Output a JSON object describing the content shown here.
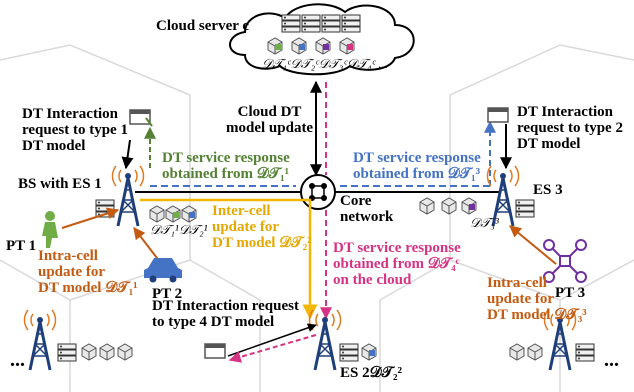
{
  "labels": {
    "cloud_server": "Cloud server c",
    "cloud_dts": "𝒟𝒯₁ᶜ𝒟𝒯₂ᶜ𝒟𝒯₃ᶜ𝒟𝒯₄ᶜ ...",
    "cloud_update": "Cloud DT\nmodel update",
    "core_network": "Core\nnetwork",
    "dt_req_type1": "DT Interaction\nrequest to type 1\nDT model",
    "dt_req_type2": "DT Interaction\nrequest to type 2\nDT model",
    "dt_req_type4": "DT Interaction request\nto type 4 DT model",
    "resp_dt1": "DT service response\nobtained from 𝒟𝒯₁¹",
    "resp_dt3": "DT service response\nobtained from 𝒟𝒯₁³",
    "resp_cloud": "DT service response\nobtained from 𝒟𝒯₄ᶜ\non the cloud",
    "bs_es1": "BS with ES 1",
    "es1_dts": "𝒟𝒯₁¹𝒟𝒯₂¹",
    "es3": "ES 3",
    "es3_dts": "𝒟𝒯₃³",
    "es2": "ES 2𝒟𝒯₂²",
    "inter_cell": "Inter-cell\nupdate for\nDT model 𝒟𝒯₂²",
    "intra_cell_1": "Intra-cell\nupdate for\nDT model 𝒟𝒯₁¹",
    "intra_cell_3": "Intra-cell\nupdate for\nDT model 𝒟𝒯₃³",
    "pt1": "PT 1",
    "pt2": "PT 2",
    "pt3": "PT 3",
    "ellipsis_left": "...",
    "ellipsis_right": "..."
  },
  "colors": {
    "cloud_arrow": "#000000",
    "cloud_response": "#d63384",
    "response_green": "#548235",
    "response_blue": "#4472c4",
    "inter_cell": "#f2b705",
    "intra_cell": "#c55a11",
    "tower": "#1f3f7a"
  }
}
